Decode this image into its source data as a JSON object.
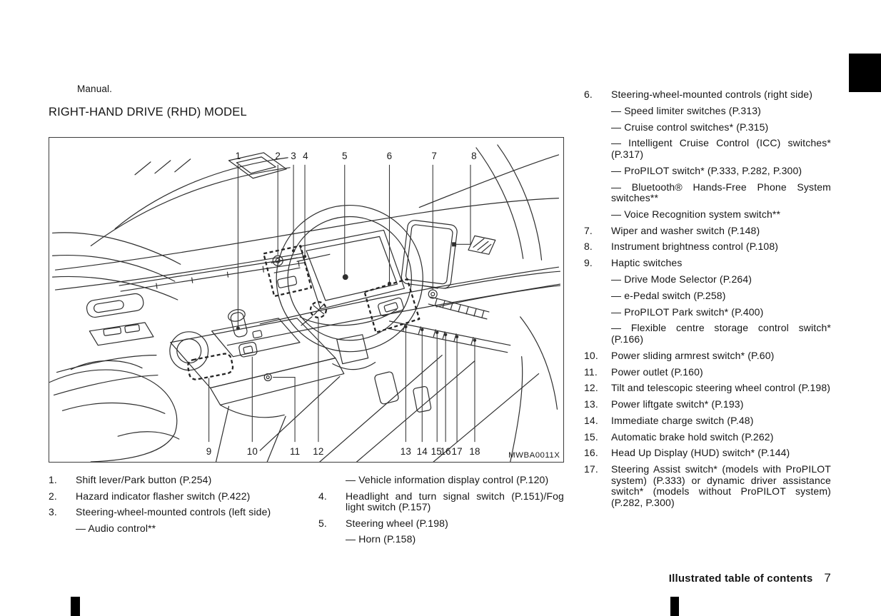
{
  "page": {
    "lead_text": "Manual.",
    "heading": "RIGHT-HAND DRIVE (RHD) MODEL"
  },
  "figure": {
    "code": "MWBA0011X",
    "callouts_top": [
      "1",
      "2",
      "3",
      "4",
      "5",
      "6",
      "7",
      "8"
    ],
    "callouts_bottom": [
      "9",
      "10",
      "11",
      "12",
      "13",
      "14",
      "15",
      "16",
      "17",
      "18"
    ]
  },
  "legend": {
    "col1": [
      {
        "num": "1.",
        "text": "Shift lever/Park button (P.254)"
      },
      {
        "num": "2.",
        "text": "Hazard indicator flasher switch (P.422)"
      },
      {
        "num": "3.",
        "text": "Steering-wheel-mounted controls (left side)"
      },
      {
        "num": "",
        "text": "— Audio control**"
      }
    ],
    "col2": [
      {
        "num": "",
        "text": "— Vehicle information display control (P.120)"
      },
      {
        "num": "4.",
        "text": "Headlight and turn signal switch (P.151)/Fog light switch (P.157)"
      },
      {
        "num": "5.",
        "text": "Steering wheel (P.198)"
      },
      {
        "num": "",
        "text": "— Horn (P.158)"
      }
    ],
    "col3": [
      {
        "num": "6.",
        "text": "Steering-wheel-mounted controls (right side)"
      },
      {
        "num": "",
        "text": "— Speed limiter switches (P.313)"
      },
      {
        "num": "",
        "text": "— Cruise control switches* (P.315)"
      },
      {
        "num": "",
        "text": "— Intelligent Cruise Control (ICC) switches* (P.317)"
      },
      {
        "num": "",
        "text": "— ProPILOT switch* (P.333, P.282, P.300)"
      },
      {
        "num": "",
        "text": "— Bluetooth® Hands-Free Phone System switches**"
      },
      {
        "num": "",
        "text": "— Voice Recognition system switch**"
      },
      {
        "num": "7.",
        "text": "Wiper and washer switch (P.148)"
      },
      {
        "num": "8.",
        "text": "Instrument brightness control (P.108)"
      },
      {
        "num": "9.",
        "text": "Haptic switches"
      },
      {
        "num": "",
        "text": "— Drive Mode Selector (P.264)"
      },
      {
        "num": "",
        "text": "— e-Pedal switch (P.258)"
      },
      {
        "num": "",
        "text": "— ProPILOT Park switch* (P.400)"
      },
      {
        "num": "",
        "text": "— Flexible centre storage control switch* (P.166)"
      },
      {
        "num": "10.",
        "text": "Power sliding armrest switch* (P.60)"
      },
      {
        "num": "11.",
        "text": "Power outlet (P.160)"
      },
      {
        "num": "12.",
        "text": "Tilt and telescopic steering wheel control (P.198)"
      },
      {
        "num": "13.",
        "text": "Power liftgate switch* (P.193)"
      },
      {
        "num": "14.",
        "text": "Immediate charge switch (P.48)"
      },
      {
        "num": "15.",
        "text": "Automatic brake hold switch (P.262)"
      },
      {
        "num": "16.",
        "text": "Head Up Display (HUD) switch* (P.144)"
      },
      {
        "num": "17.",
        "text": "Steering Assist switch* (models with ProPILOT system) (P.333) or dynamic driver assistance switch* (models without ProPILOT system) (P.282, P.300)"
      }
    ]
  },
  "footer": {
    "label": "Illustrated table of contents",
    "page_number": "7"
  }
}
